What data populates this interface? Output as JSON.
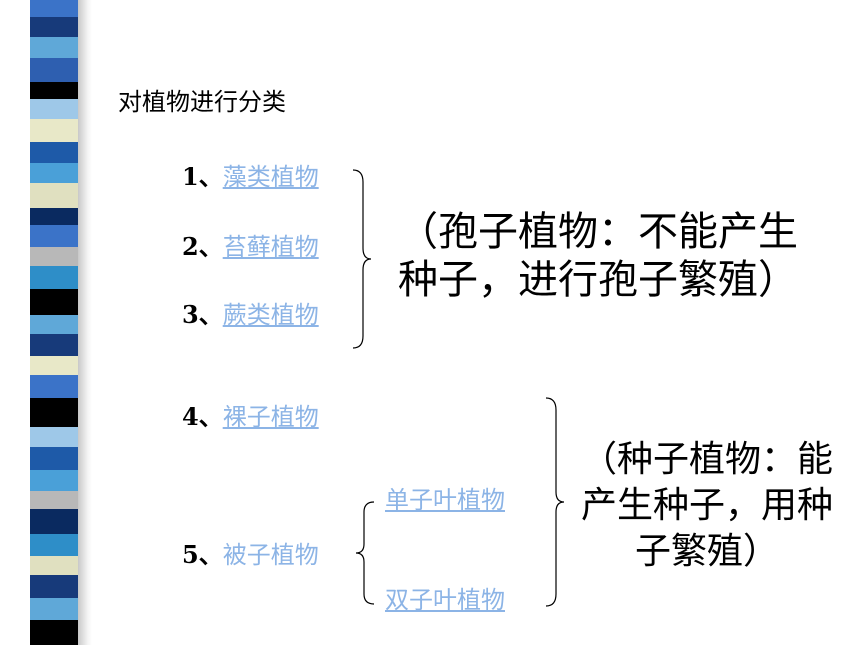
{
  "heading": "对植物进行分类",
  "groups": {
    "spore": {
      "items": [
        {
          "num": "1、",
          "label": "藻类植物"
        },
        {
          "num": "2、",
          "label": "苔藓植物"
        },
        {
          "num": "3、",
          "label": "蕨类植物"
        }
      ],
      "desc_lines": [
        "（孢子植物：不能产生",
        "种子，进行孢子繁殖）"
      ]
    },
    "seed": {
      "items": [
        {
          "num": "4、",
          "label": "裸子植物"
        },
        {
          "num": "5、",
          "label": "被子植物"
        }
      ],
      "angiosperm_subtypes": [
        "单子叶植物",
        "双子叶植物"
      ],
      "desc_lines": [
        "（种子植物：能",
        "产生种子，用种",
        "子繁殖）"
      ]
    }
  },
  "colors": {
    "link": "#8cb4e6",
    "strip": [
      "#3b73c8",
      "#173a7a",
      "#5fa8d8",
      "#e8e8c8",
      "#000000",
      "#1e5aa8",
      "#2e8ec8",
      "#b8b8b8",
      "#0a2a60",
      "#4aa0d8"
    ]
  }
}
